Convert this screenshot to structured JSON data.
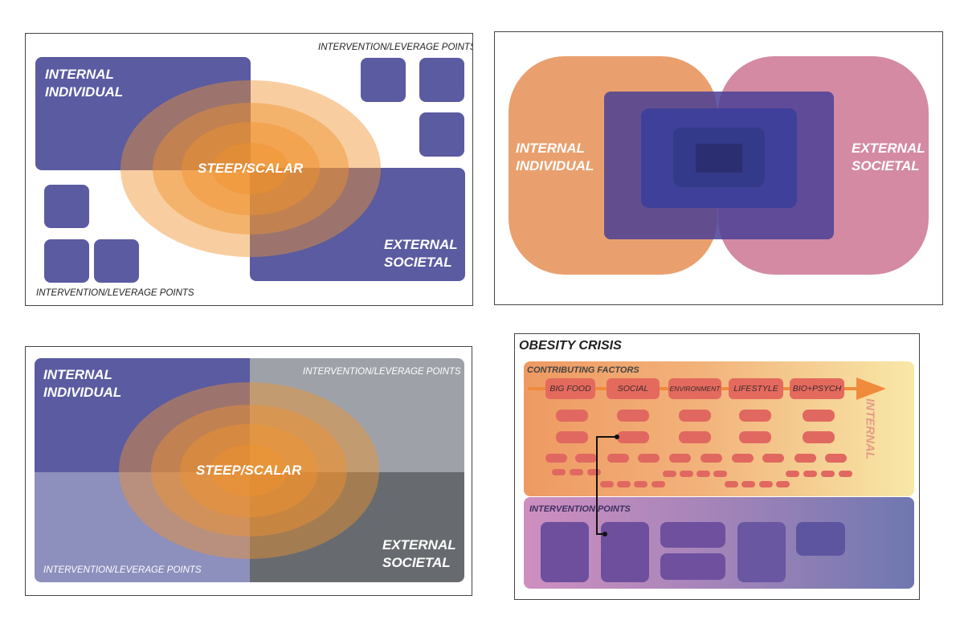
{
  "colors": {
    "internal": "#5a5ba0",
    "orange": "#f0922e",
    "peach": "#e9a06e",
    "pink": "#d38aa2",
    "grey": "#9ea2a8",
    "dark_grey": "#676b70",
    "lavender": "#8d8fbd"
  },
  "panel1": {
    "internal_label": "INTERNAL\nINDIVIDUAL",
    "external_label": "EXTERNAL\nSOCIETAL",
    "center_label": "STEEP/SCALAR",
    "top_leverage_label": "INTERVENTION/LEVERAGE POINTS",
    "bottom_leverage_label": "INTERVENTION/LEVERAGE POINTS"
  },
  "panel2": {
    "internal_label": "INTERNAL\nINDIVIDUAL",
    "external_label": "EXTERNAL\nSOCIETAL"
  },
  "panel3": {
    "internal_label": "INTERNAL\nINDIVIDUAL",
    "external_label": "EXTERNAL\nSOCIETAL",
    "center_label": "STEEP/SCALAR",
    "top_leverage_label": "INTERVENTION/LEVERAGE POINTS",
    "bottom_leverage_label": "INTERVENTION/LEVERAGE POINTS"
  },
  "panel4": {
    "title": "OBESITY CRISIS",
    "contributing_label": "CONTRIBUTING FACTORS",
    "factors": [
      "BIG FOOD",
      "SOCIAL",
      "ENVIRONMENT",
      "LIFESTYLE",
      "BIO+PSYCH"
    ],
    "side_label": "INTERNAL",
    "intervention_label": "INTERVENTION POINTS"
  }
}
